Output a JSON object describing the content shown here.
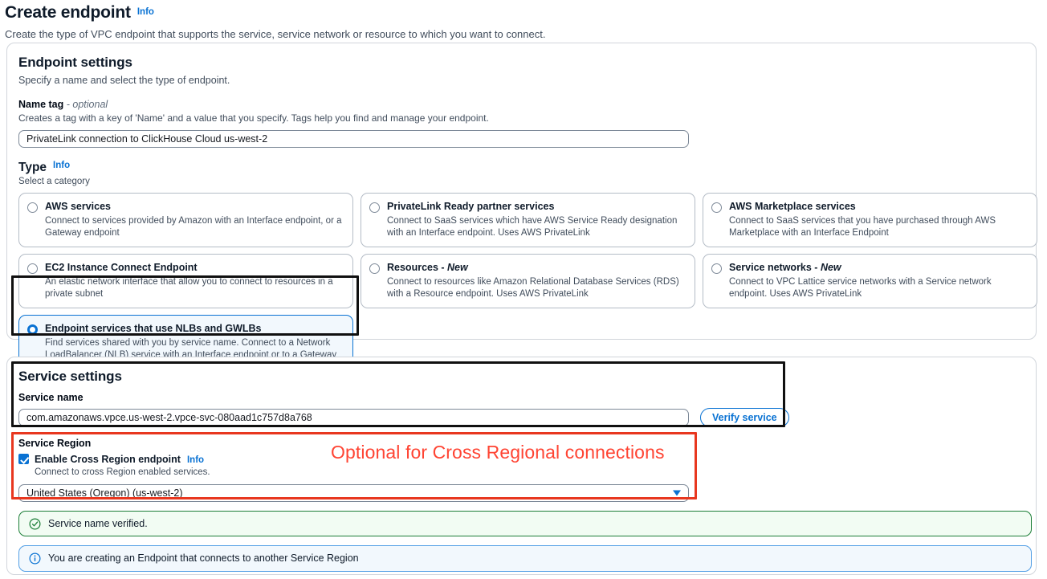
{
  "header": {
    "title": "Create endpoint",
    "info_label": "Info",
    "description": "Create the type of VPC endpoint that supports the service, service network or resource to which you want to connect."
  },
  "endpoint_settings": {
    "section_title": "Endpoint settings",
    "section_desc": "Specify a name and select the type of endpoint.",
    "name_tag": {
      "label": "Name tag",
      "optional_suffix": "- optional",
      "hint": "Creates a tag with a key of 'Name' and a value that you specify. Tags help you find and manage your endpoint.",
      "value": "PrivateLink connection to ClickHouse Cloud us-west-2",
      "placeholder": "Name tag"
    },
    "type": {
      "heading": "Type",
      "info_label": "Info",
      "subtitle": "Select a category",
      "options": [
        {
          "title": "AWS services",
          "desc": "Connect to services provided by Amazon with an Interface endpoint, or a Gateway endpoint",
          "selected": false,
          "name": "aws-services"
        },
        {
          "title": "PrivateLink Ready partner services",
          "desc": "Connect to SaaS services which have AWS Service Ready designation with an Interface endpoint. Uses AWS PrivateLink",
          "selected": false,
          "name": "privatelink-ready-partner-services"
        },
        {
          "title": "AWS Marketplace services",
          "desc": "Connect to SaaS services that you have purchased through AWS Marketplace with an Interface Endpoint",
          "selected": false,
          "name": "aws-marketplace-services"
        },
        {
          "title": "EC2 Instance Connect Endpoint",
          "desc": "An elastic network interface that allow you to connect to resources in a private subnet",
          "selected": false,
          "name": "ec2-instance-connect-endpoint"
        },
        {
          "title": "Resources - ",
          "title_new": "New",
          "desc": "Connect to resources like Amazon Relational Database Services (RDS) with a Resource endpoint. Uses AWS PrivateLink",
          "selected": false,
          "name": "resources"
        },
        {
          "title": "Service networks - ",
          "title_new": "New",
          "desc": "Connect to VPC Lattice service networks with a Service network endpoint. Uses AWS PrivateLink",
          "selected": false,
          "name": "service-networks"
        },
        {
          "title": "Endpoint services that use NLBs and GWLBs",
          "desc": "Find services shared with you by service name. Connect to a Network LoadBalancer (NLB) service with an Interface endpoint or to a Gateway LoadBalancer (GWLB) service with a Gateway Load Balancer endpoint",
          "selected": true,
          "name": "endpoint-services-nlb-gwlb"
        }
      ]
    }
  },
  "service_settings": {
    "section_title": "Service settings",
    "service_name_label": "Service name",
    "service_name_value": "com.amazonaws.vpce.us-west-2.vpce-svc-080aad1c757d8a768",
    "service_name_placeholder": "Service name",
    "verify_button": "Verify service",
    "service_region_label": "Service Region",
    "cross_region_checkbox_label": "Enable Cross Region endpoint",
    "cross_region_info_label": "Info",
    "cross_region_hint": "Connect to cross Region enabled services.",
    "region_selected": "United States (Oregon) (us-west-2)",
    "annotation_text": "Optional for Cross Regional connections"
  },
  "alerts": [
    {
      "type": "success",
      "icon": "check-circle-icon",
      "text": "Service name verified."
    },
    {
      "type": "info",
      "icon": "info-circle-icon",
      "text": "You are creating an Endpoint that connects to another Service Region"
    }
  ],
  "colors": {
    "accent_blue": "#0972d3",
    "annotation_red": "#ff4433",
    "annotation_black": "#101010",
    "success_green": "#1c7e37",
    "border_grey": "#d1d5db"
  }
}
